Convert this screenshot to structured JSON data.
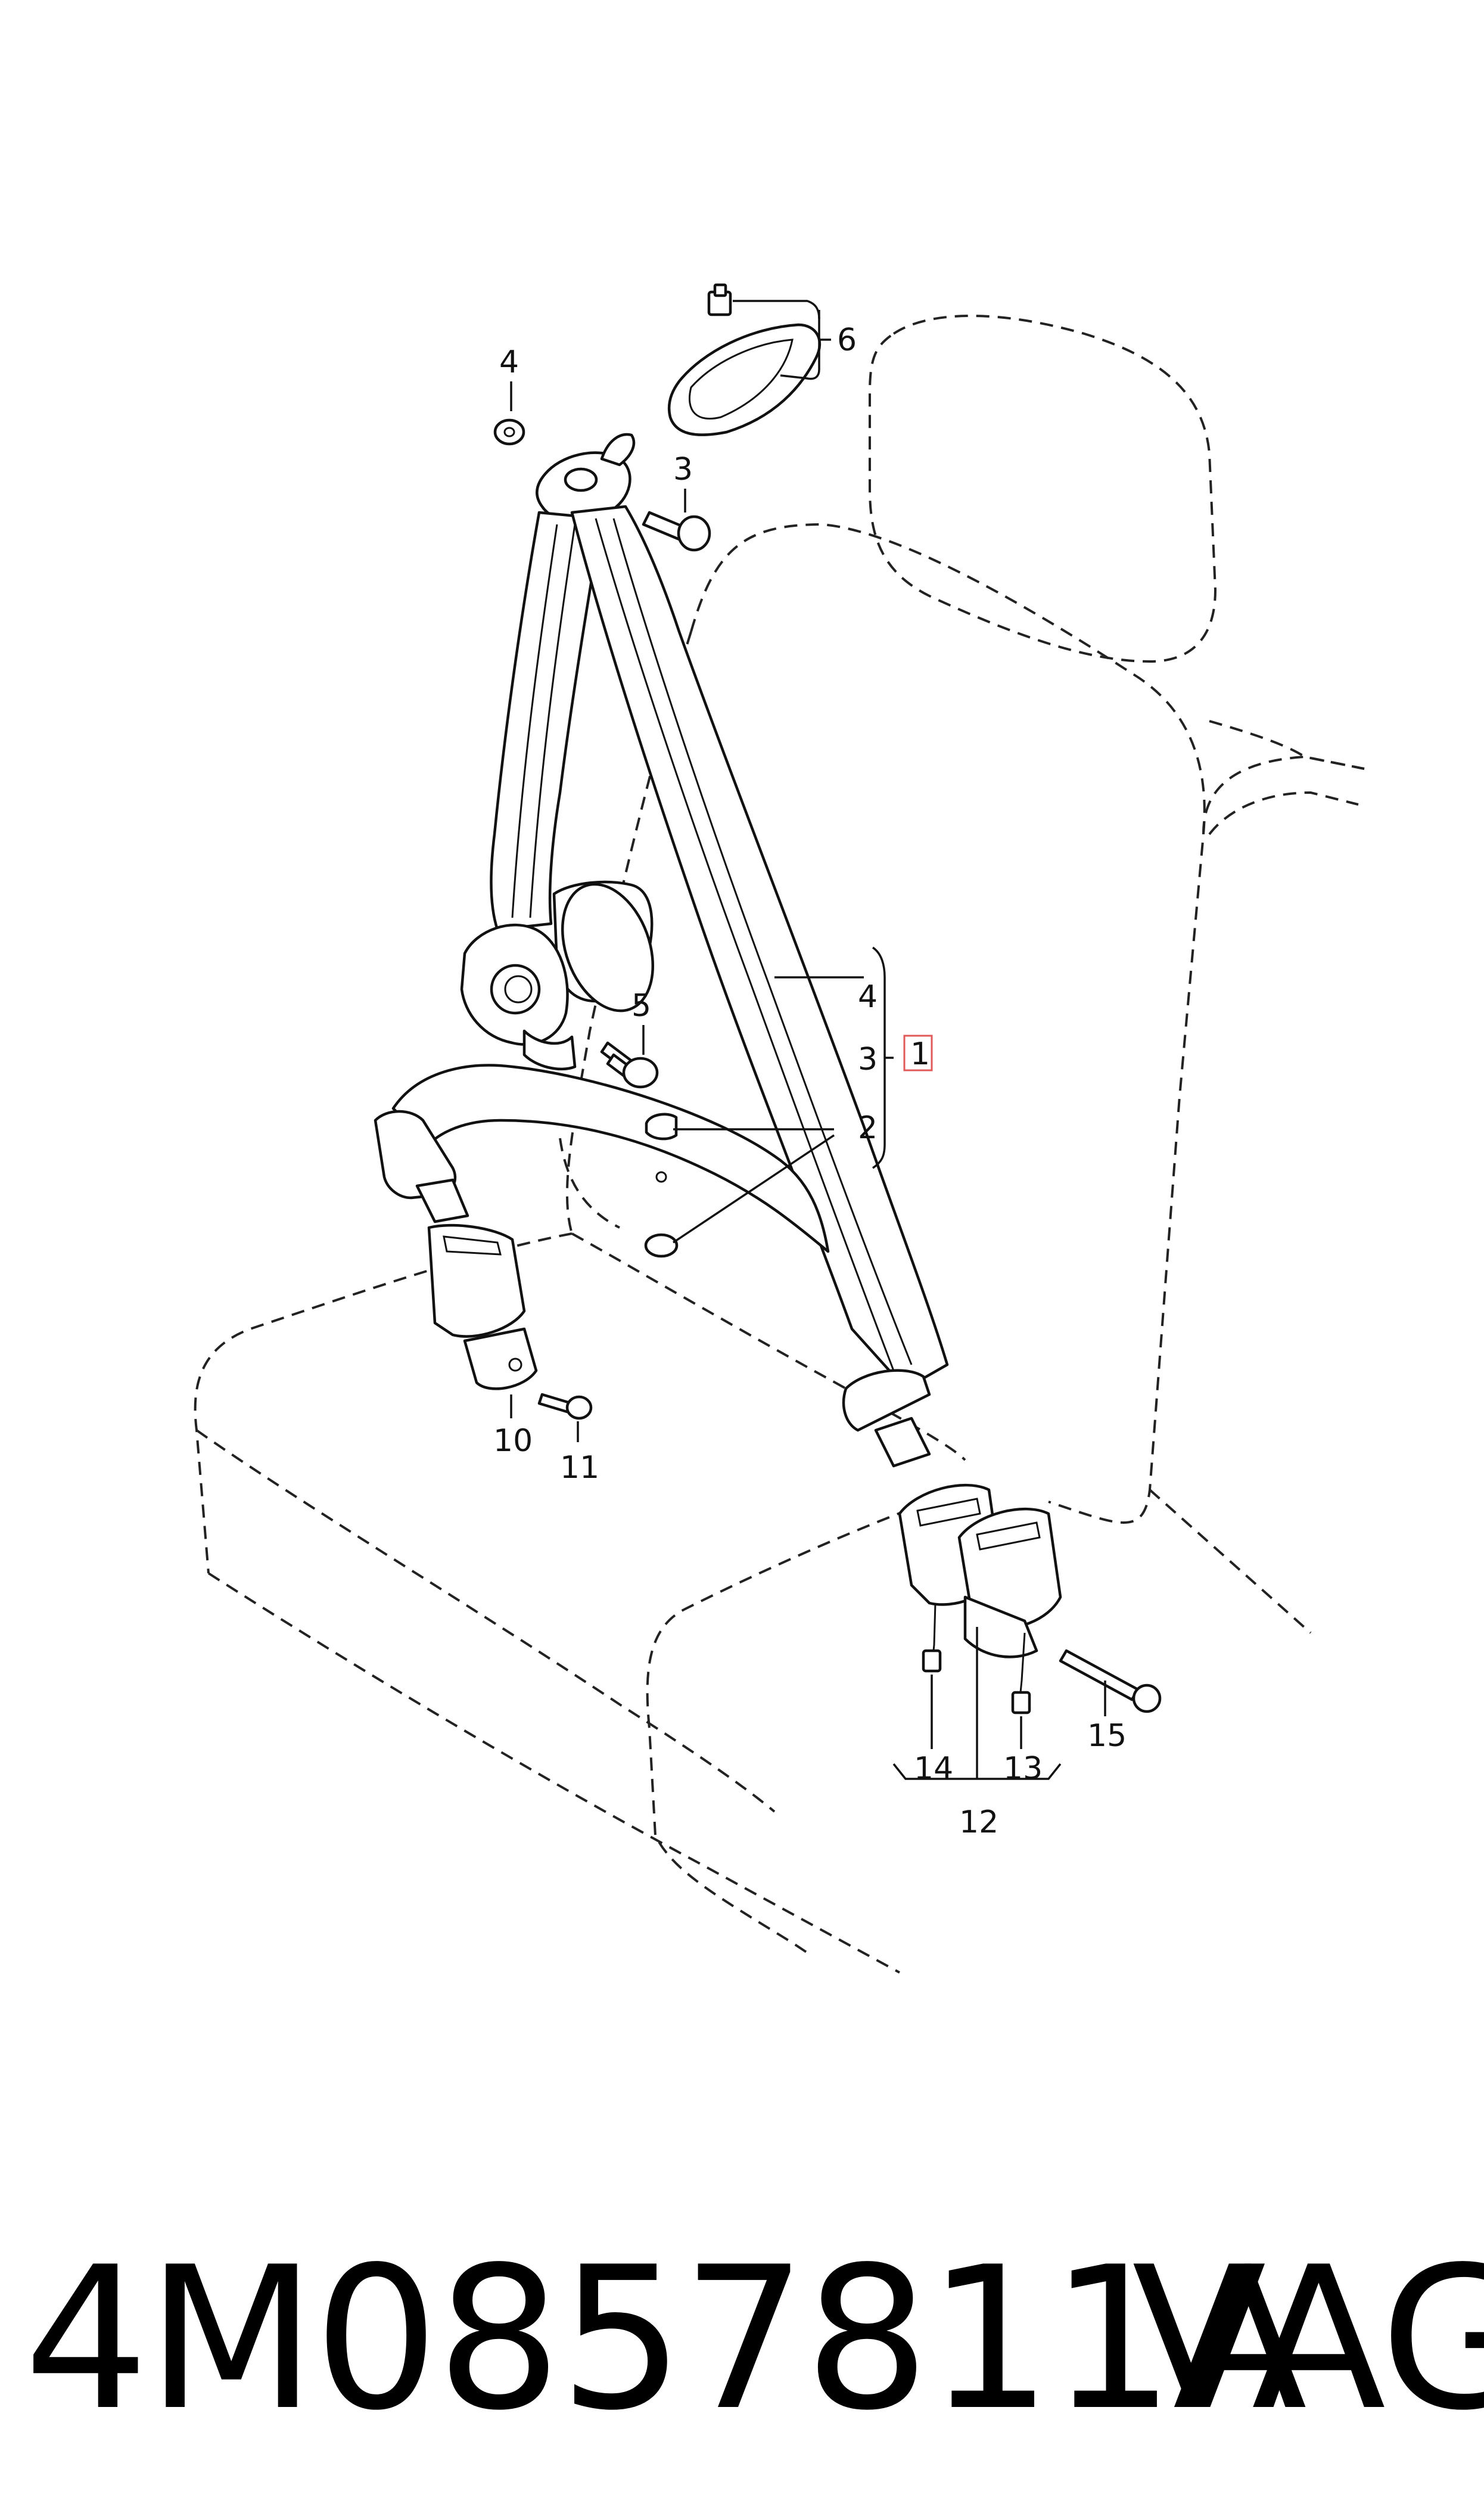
{
  "callouts": {
    "c1": "1",
    "c2": "2",
    "c3_top": "3",
    "c3_bracket": "3",
    "c4_top": "4",
    "c4_bracket": "4",
    "c5": "5",
    "c6": "6",
    "c10": "10",
    "c11": "11",
    "c12": "12",
    "c13": "13",
    "c14": "14",
    "c15": "15"
  },
  "footer": {
    "part_number": "4M0857811A",
    "brand": "VAG"
  },
  "colors": {
    "line": "#111111",
    "highlight_box": "#e05a5a"
  }
}
